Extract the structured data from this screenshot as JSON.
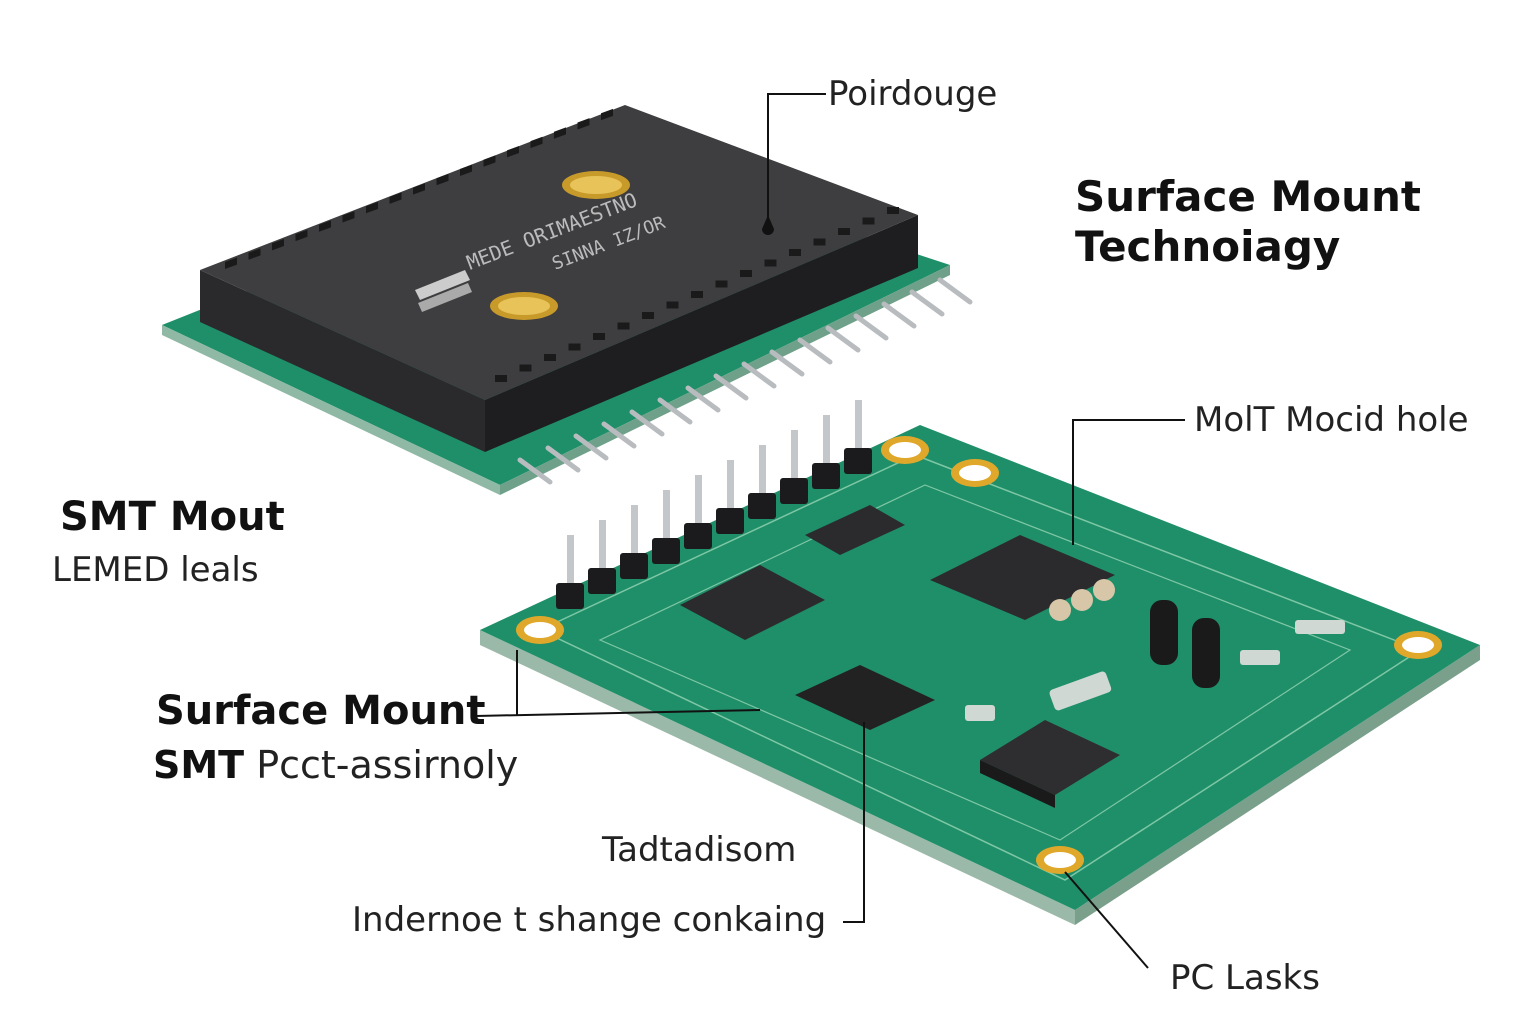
{
  "title": {
    "line1": "Surface Mount",
    "line2": "Technoiagy"
  },
  "labels": {
    "top_callout": "Poirdouge",
    "right_callout": "MolT Mocid hole",
    "left_heading": "SMT Mout",
    "left_sub": "LEMED leals",
    "mid_heading": "Surface Mount",
    "mid_sub_bold": "SMT",
    "mid_sub": "Pcct-assirnoly",
    "bottom_callout_1": "Tadtadisom",
    "bottom_callout_2": "Indernoe t shange conkaing",
    "bottom_right_callout": "PC Lasks"
  },
  "chip_marking": {
    "line1": "MEDE ORIMAESTNO",
    "line2": "SINNA IZ/OR"
  },
  "colors": {
    "pcb": "#1f8f6a",
    "pcb_dark": "#17765a",
    "module": "#3a3a3c",
    "gold": "#e0a82a"
  }
}
